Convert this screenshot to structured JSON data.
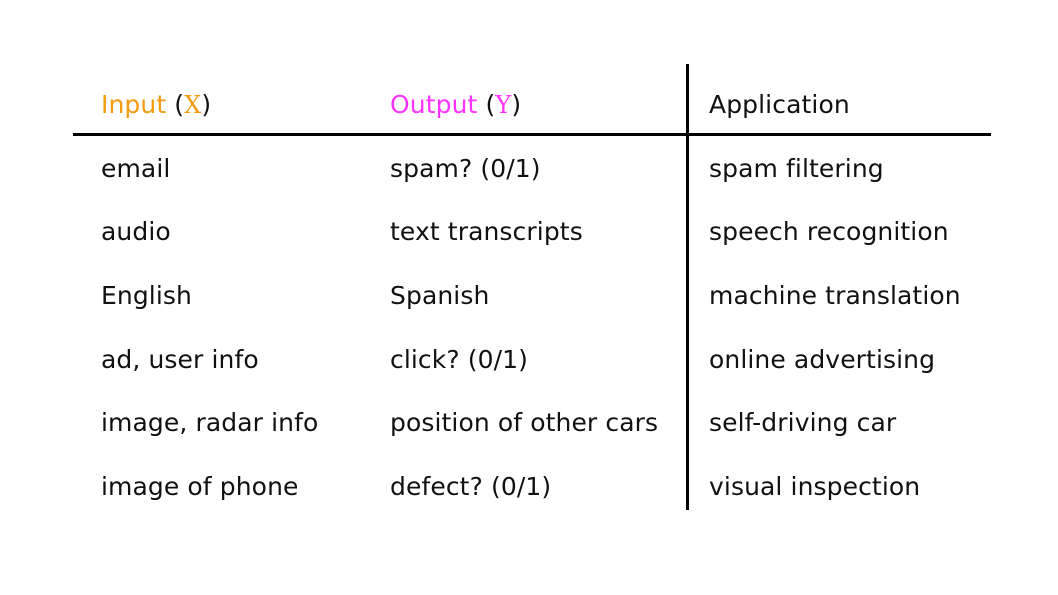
{
  "colors": {
    "input_header": "#F39C12",
    "output_header": "#FF33FF",
    "text": "#111111",
    "rule": "#000000"
  },
  "header": {
    "input_label": "Input",
    "input_var": "X",
    "output_label": "Output",
    "output_var": "Y",
    "application_label": "Application"
  },
  "rows": [
    {
      "input": "email",
      "output": "spam? (0/1)",
      "application": "spam filtering"
    },
    {
      "input": "audio",
      "output": "text transcripts",
      "application": "speech recognition"
    },
    {
      "input": "English",
      "output": "Spanish",
      "application": "machine translation"
    },
    {
      "input": "ad, user info",
      "output": "click? (0/1)",
      "application": "online advertising"
    },
    {
      "input": "image, radar info",
      "output": "position of other cars",
      "application": "self-driving car"
    },
    {
      "input": "image of phone",
      "output": "defect? (0/1)",
      "application": "visual inspection"
    }
  ]
}
